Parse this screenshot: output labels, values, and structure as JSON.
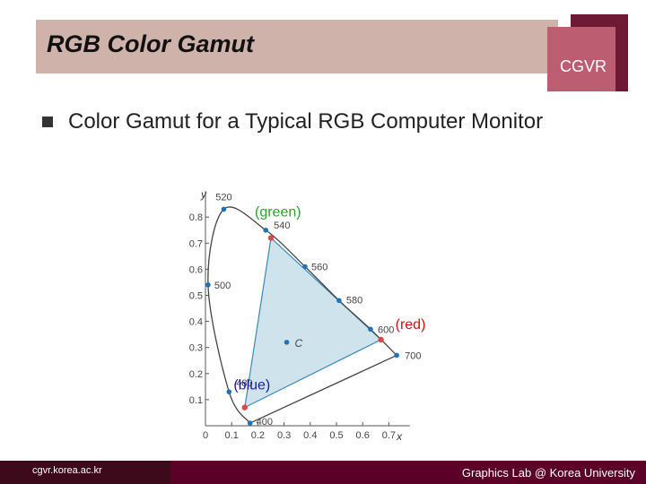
{
  "slide": {
    "title": "RGB Color Gamut",
    "badge": "CGVR",
    "bullet_text": "Color Gamut for a Typical RGB Computer Monitor"
  },
  "chart_data": {
    "type": "scatter",
    "xlabel": "x",
    "ylabel": "y",
    "xlim": [
      0,
      0.8
    ],
    "ylim": [
      0,
      0.9
    ],
    "x_ticks": [
      "0",
      "0.1",
      "0.2",
      "0.3",
      "0.4",
      "0.5",
      "0.6",
      "0.7"
    ],
    "y_ticks": [
      "0.1",
      "0.2",
      "0.3",
      "0.4",
      "0.5",
      "0.6",
      "0.7",
      "0.8"
    ],
    "spectral_locus": [
      {
        "label": "520",
        "x": 0.07,
        "y": 0.83
      },
      {
        "label": "540",
        "x": 0.23,
        "y": 0.75
      },
      {
        "label": "560",
        "x": 0.38,
        "y": 0.61
      },
      {
        "label": "580",
        "x": 0.51,
        "y": 0.48
      },
      {
        "label": "600",
        "x": 0.63,
        "y": 0.37
      },
      {
        "label": "700",
        "x": 0.73,
        "y": 0.27
      },
      {
        "label": "500",
        "x": 0.01,
        "y": 0.54
      },
      {
        "label": "480",
        "x": 0.09,
        "y": 0.13
      },
      {
        "label": "400",
        "x": 0.17,
        "y": 0.01
      }
    ],
    "white_point": {
      "label": "C",
      "x": 0.31,
      "y": 0.32
    },
    "primaries": [
      {
        "name": "(green)",
        "x": 0.25,
        "y": 0.72,
        "color": "#2ca02c"
      },
      {
        "name": "(red)",
        "x": 0.67,
        "y": 0.33,
        "color": "#cc1111"
      },
      {
        "name": "(blue)",
        "x": 0.15,
        "y": 0.07,
        "color": "#1a1aa0"
      }
    ]
  },
  "footer": {
    "left": "cgvr.korea.ac.kr",
    "right": "Graphics Lab @ Korea University"
  },
  "colors": {
    "title_bar": "#cfb3ab",
    "accent": "#6e1a35",
    "accent_light": "#bd5d72",
    "footer": "#5b0026",
    "gamut_fill": "#cfe3ec",
    "locus_dot": "#1f73b4",
    "primary_dot": "#e04848"
  }
}
